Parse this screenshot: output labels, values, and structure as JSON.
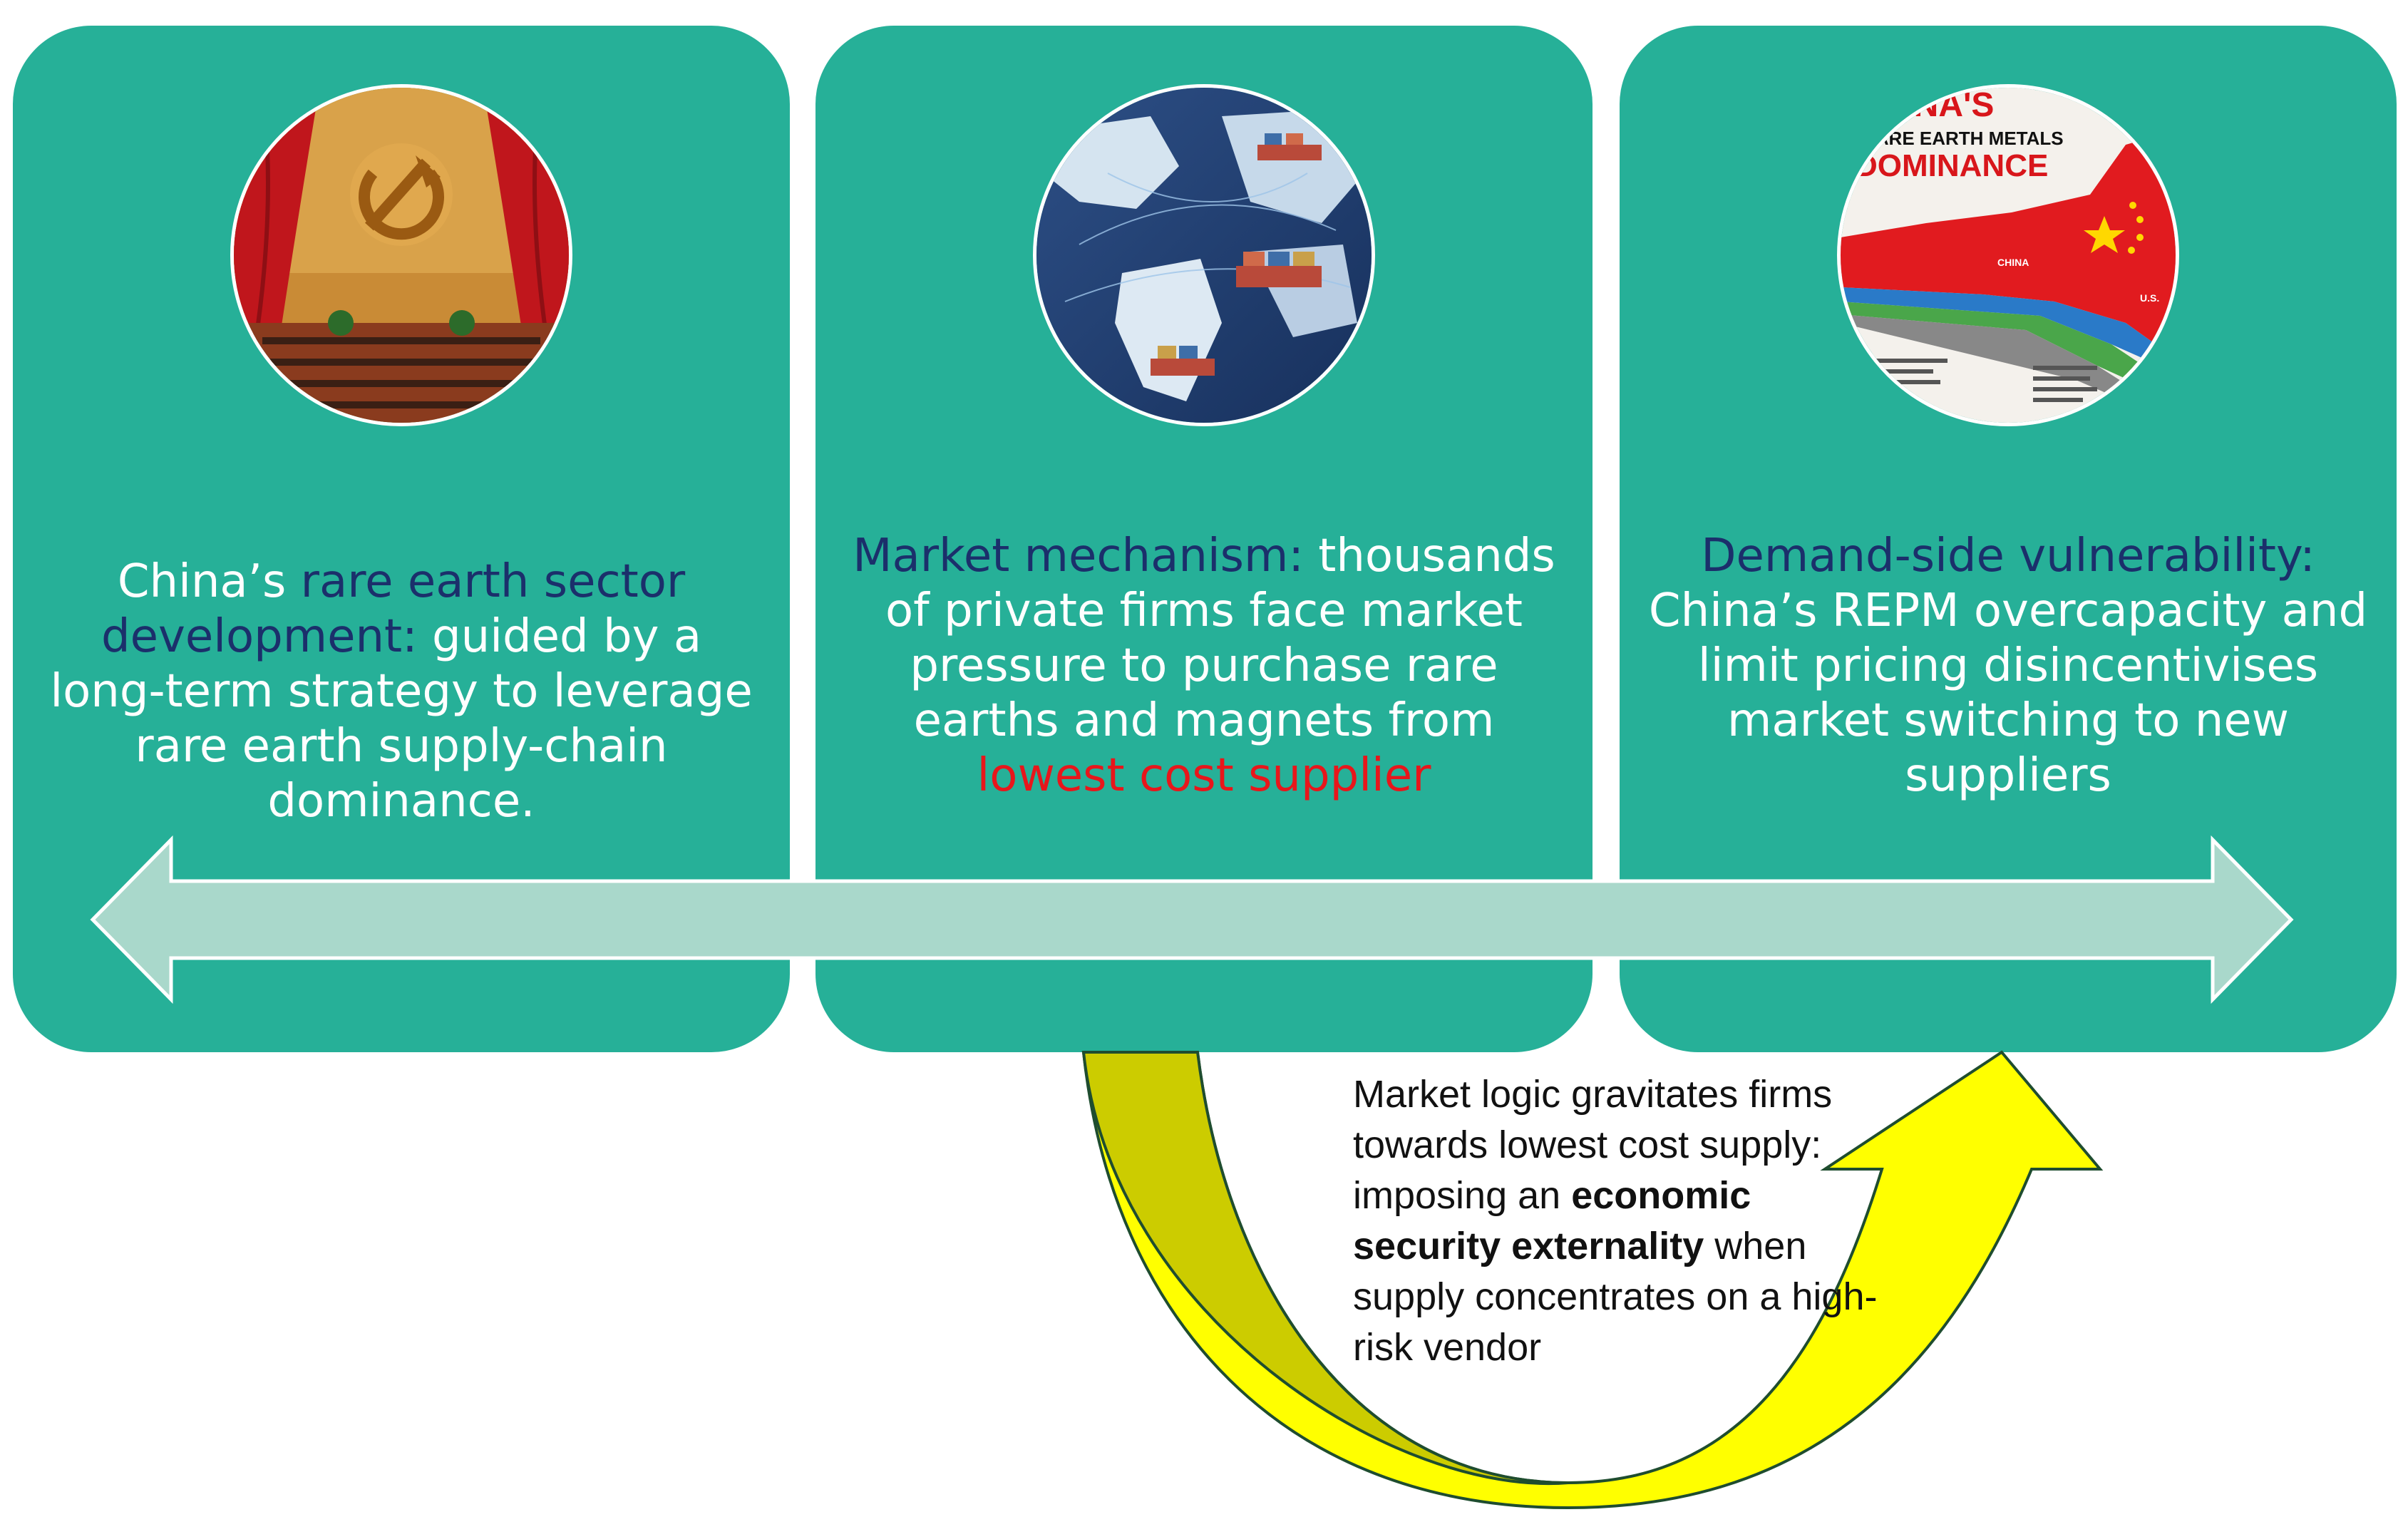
{
  "cards": [
    {
      "image_icon": "hammer-sickle-congress-photo-icon",
      "segments": [
        {
          "text": "China’s ",
          "style": "plain"
        },
        {
          "text": "rare earth sector development:",
          "style": "blue"
        },
        {
          "text": " guided by a long-term strategy to leverage rare earth supply-chain dominance.",
          "style": "plain"
        }
      ]
    },
    {
      "image_icon": "global-shipping-map-photo-icon",
      "segments": [
        {
          "text": "Market mechanism:",
          "style": "blue"
        },
        {
          "text": " thousands of private firms face market pressure to purchase rare earths and magnets from ",
          "style": "plain"
        },
        {
          "text": "lowest cost supplier",
          "style": "red"
        }
      ]
    },
    {
      "image_icon": "china-dominance-chart-thumbnail-icon",
      "thumbnail_text": [
        "CHINA'S",
        "RARE EARTH METALS",
        "DOMINANCE",
        "CHINA",
        "U.S."
      ],
      "segments": [
        {
          "text": "Demand-side vulnerability:",
          "style": "blue"
        },
        {
          "text": " China’s REPM overcapacity and limit pricing disincentivises market switching to new suppliers",
          "style": "plain"
        }
      ]
    }
  ],
  "note": {
    "part1": "Market logic gravitates firms towards lowest cost supply: imposing an ",
    "bold": "economic security externality",
    "part2": " when supply concentrates on a high-risk vendor"
  },
  "colors": {
    "card": "#26b098",
    "arrow_fill": "#a9d8cb",
    "highlight_blue": "#1b2f6b",
    "highlight_red": "#e8161b",
    "curve_yellow": "#ffff00",
    "curve_olive": "#cccc00"
  }
}
